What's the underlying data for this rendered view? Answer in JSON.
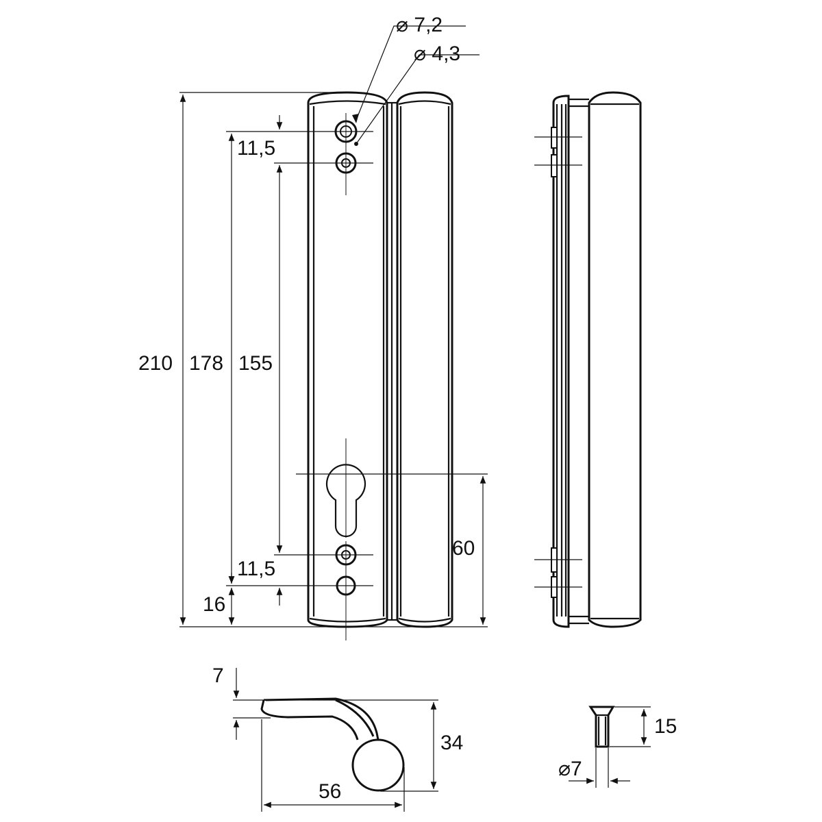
{
  "dimensions": {
    "hole_dia_large": "⌀ 7,2",
    "hole_dia_small": "⌀ 4,3",
    "spacing_top": "11,5",
    "spacing_bottom": "11,5",
    "height_total": "210",
    "height_178": "178",
    "height_155": "155",
    "bottom_16": "16",
    "cylinder_60": "60",
    "lever_thickness": "7",
    "lever_height": "34",
    "lever_length": "56",
    "screw_length": "15",
    "screw_dia": "⌀7"
  }
}
